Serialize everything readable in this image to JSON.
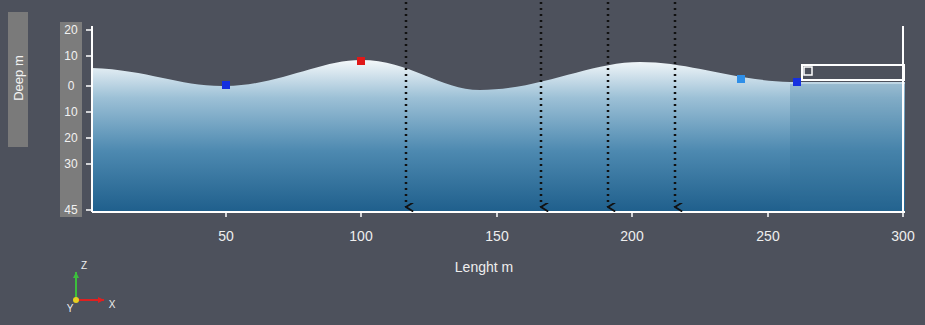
{
  "diagram": {
    "labels": [
      "20",
      "10",
      "0",
      "10",
      "20",
      "30",
      "45",
      "Deep m",
      "50",
      "100",
      "150",
      "200",
      "250",
      "300",
      "Lenght m",
      "Z",
      "Y",
      "X"
    ]
  }
}
